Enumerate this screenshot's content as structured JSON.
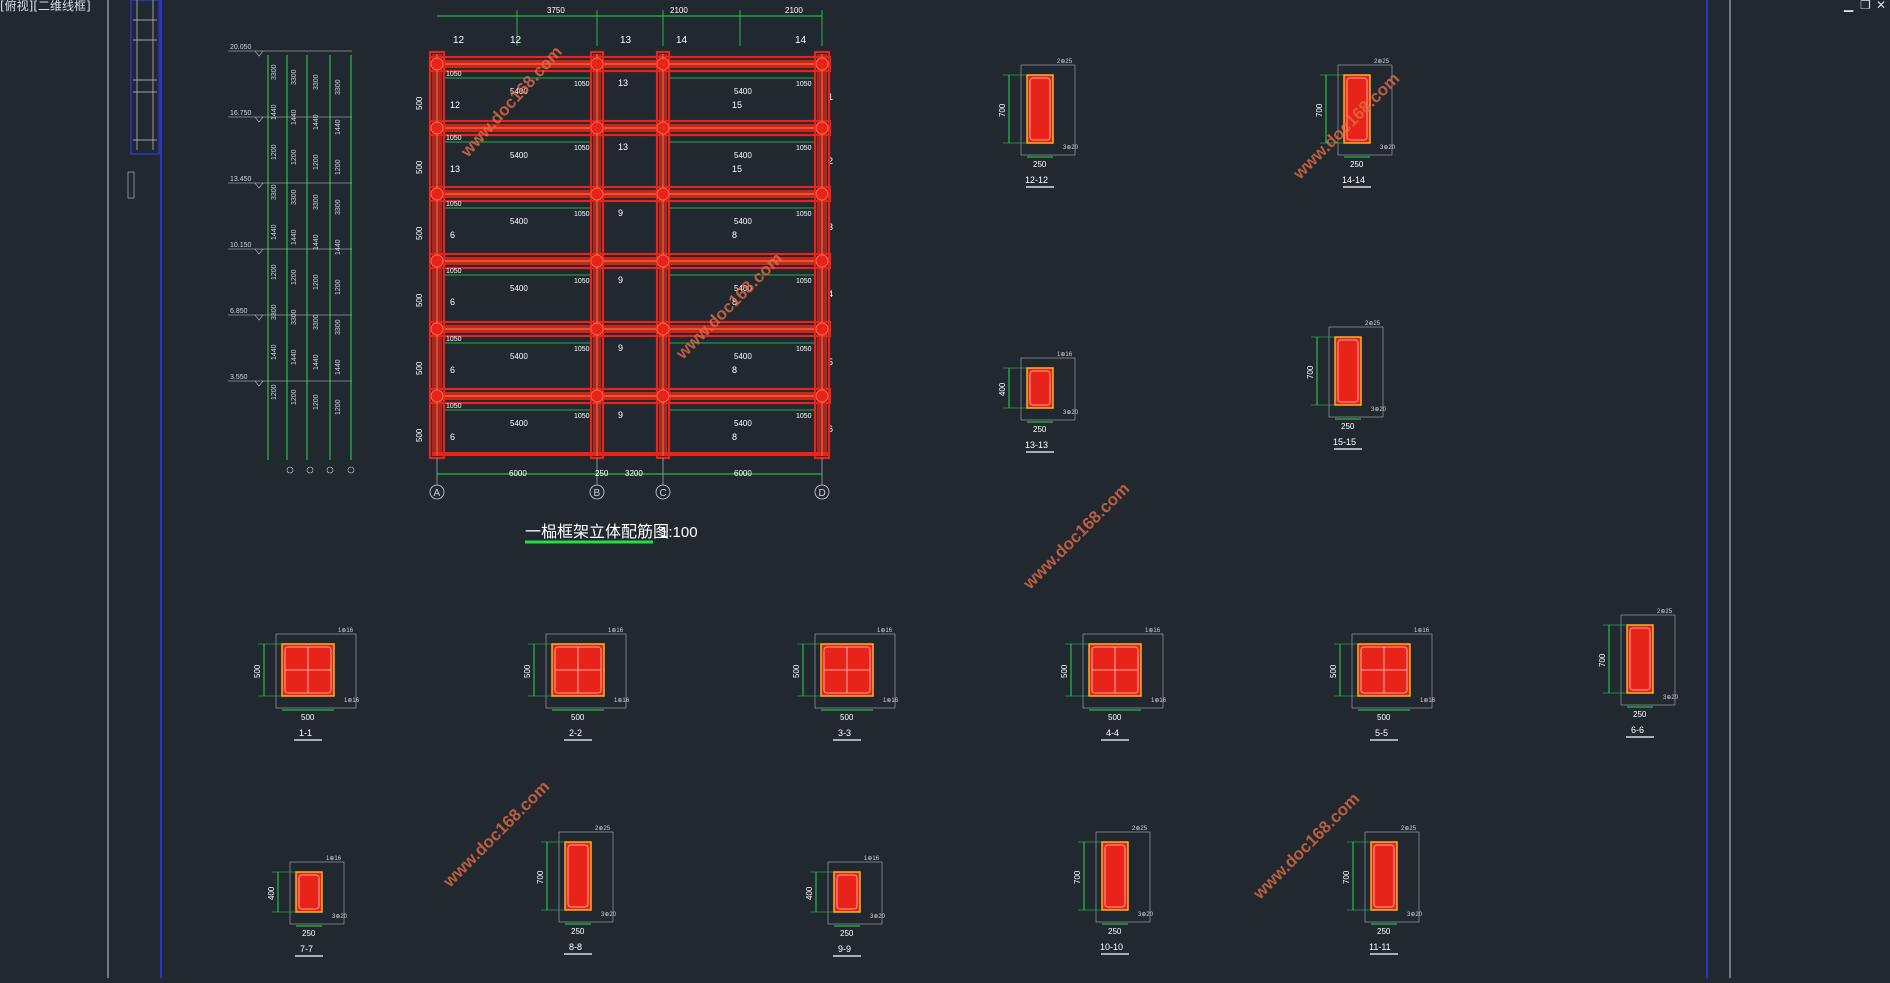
{
  "viewport": {
    "label": "[俯视][二维线框]",
    "controls": {
      "minimize": "▁",
      "restore": "❐",
      "close": "✕"
    }
  },
  "frame_title": "一榀框架立体配筋图",
  "frame_scale": "1:100",
  "watermark": "www.doc168.com",
  "elevations": [
    "20.050",
    "16.750",
    "13.450",
    "10.150",
    "6.850",
    "3.550"
  ],
  "axes": [
    "A",
    "B",
    "C",
    "D"
  ],
  "top_dims": [
    "3750",
    "2100",
    "2100"
  ],
  "top_marks": [
    "12",
    "12",
    "13",
    "14",
    "14"
  ],
  "bottom_dims": [
    "6000",
    "250",
    "3200",
    "6000"
  ],
  "span_labels": [
    "5400",
    "1050",
    "1050",
    "1050"
  ],
  "sections": [
    {
      "label": "1-1",
      "width": "500",
      "height": "500",
      "top": "1⊕16",
      "bottom": "1⊕16"
    },
    {
      "label": "2-2",
      "width": "500",
      "height": "500",
      "top": "1⊕16",
      "bottom": "1⊕16"
    },
    {
      "label": "3-3",
      "width": "500",
      "height": "500",
      "top": "1⊕16",
      "bottom": "1⊕16"
    },
    {
      "label": "4-4",
      "width": "500",
      "height": "500",
      "top": "1⊕16",
      "bottom": "1⊕16"
    },
    {
      "label": "5-5",
      "width": "500",
      "height": "500",
      "top": "1⊕16",
      "bottom": "1⊕16"
    },
    {
      "label": "6-6",
      "width": "250",
      "height": "700",
      "top": "2⊕25",
      "bottom": "3⊕20"
    },
    {
      "label": "7-7",
      "width": "250",
      "height": "400",
      "top": "1⊕16",
      "bottom": "3⊕20"
    },
    {
      "label": "8-8",
      "width": "250",
      "height": "700",
      "top": "2⊕25",
      "bottom": "3⊕20"
    },
    {
      "label": "9-9",
      "width": "250",
      "height": "400",
      "top": "1⊕16",
      "bottom": "3⊕20"
    },
    {
      "label": "10-10",
      "width": "250",
      "height": "700",
      "top": "2⊕25",
      "bottom": "3⊕20"
    },
    {
      "label": "11-11",
      "width": "250",
      "height": "700",
      "top": "2⊕25",
      "bottom": "3⊕20"
    },
    {
      "label": "12-12",
      "width": "250",
      "height": "700",
      "top": "2⊕25",
      "bottom": "3⊕20"
    },
    {
      "label": "13-13",
      "width": "250",
      "height": "400",
      "top": "1⊕16",
      "bottom": "3⊕20"
    },
    {
      "label": "14-14",
      "width": "250",
      "height": "700",
      "top": "2⊕25",
      "bottom": "3⊕20"
    },
    {
      "label": "15-15",
      "width": "250",
      "height": "700",
      "top": "2⊕25",
      "bottom": "3⊕20"
    }
  ],
  "colors": {
    "background": "#212830",
    "frame_line": "#3035c8",
    "dim_line": "#22e046",
    "beam_red": "#e8231a",
    "beam_core": "#e87a36",
    "rebar_label": "#d0d4d8"
  }
}
